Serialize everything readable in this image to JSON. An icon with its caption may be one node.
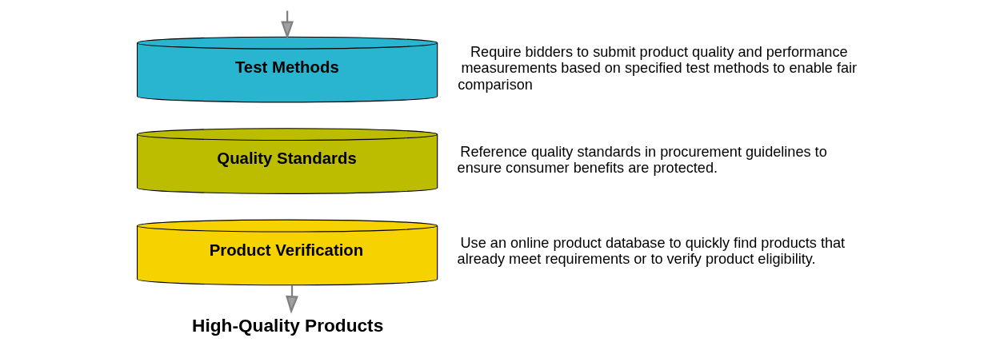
{
  "diagram": {
    "nodes": [
      {
        "text": [
          "Test Methods"
        ],
        "beside": [
          "Require bidders to submit product quality and performance measurements based on specified test methods to enable fair comparison"
        ]
      },
      {
        "text": [
          "Quality Standards"
        ],
        "beside": [
          "Reference quality standards in procurement guidelines to ensure consumer benefits are protected."
        ]
      },
      {
        "text": [
          "Product Verification"
        ],
        "beside": [
          "Use an online product database to quickly find products that already meet requirements or to verify product eligibility."
        ]
      },
      {
        "text": [
          "High-Quality Products"
        ]
      }
    ],
    "edges": [
      {
        "from": null,
        "to": 0,
        "arrow": "to"
      },
      {
        "from": 2,
        "to": 3,
        "arrow": "to"
      }
    ]
  }
}
